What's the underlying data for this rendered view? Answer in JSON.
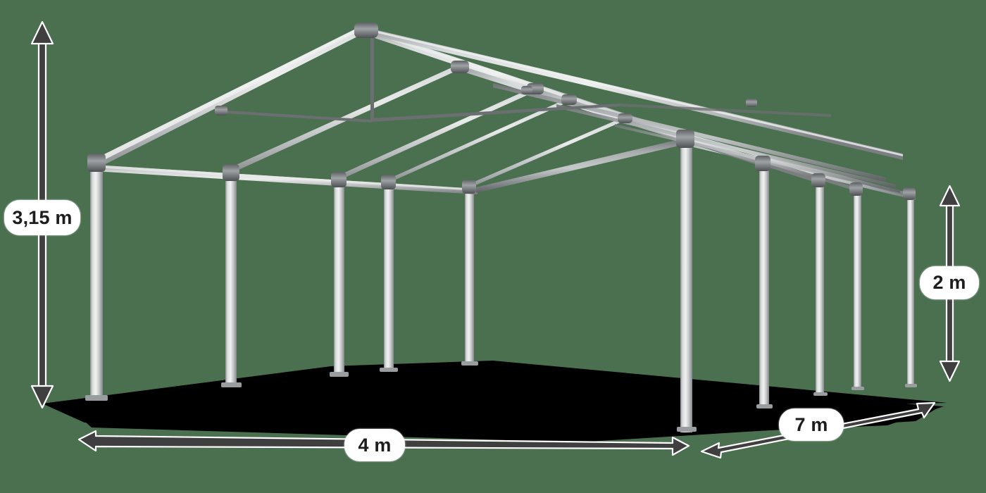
{
  "scene": {
    "title": "Party tent steel frame with dimensions",
    "background_color": "#4a7050",
    "structure_color": "#b9bcbd",
    "structure_shade_color": "#75787a",
    "shadow_color": "#000000",
    "arrow_color": "#3f3f3f",
    "arrow_outline_color": "#ffffff",
    "label_background": "#ffffff",
    "label_text_color": "#1d1d1d"
  },
  "dimensions": {
    "height": {
      "value": "3,15 m",
      "name": "ridge-height",
      "orientation": "vertical",
      "position": "left"
    },
    "side_height": {
      "value": "2 m",
      "name": "eaves-height",
      "orientation": "vertical",
      "position": "right"
    },
    "width": {
      "value": "4 m",
      "name": "width",
      "orientation": "horizontal",
      "position": "bottom-left"
    },
    "length": {
      "value": "7 m",
      "name": "length",
      "orientation": "diagonal",
      "position": "bottom-right"
    }
  },
  "frame": {
    "legs_front": 4,
    "legs_back": 5,
    "bays": 4,
    "roof_type": "gable",
    "has_king_post": true,
    "has_tie_rod": true,
    "has_base_plates": true
  }
}
